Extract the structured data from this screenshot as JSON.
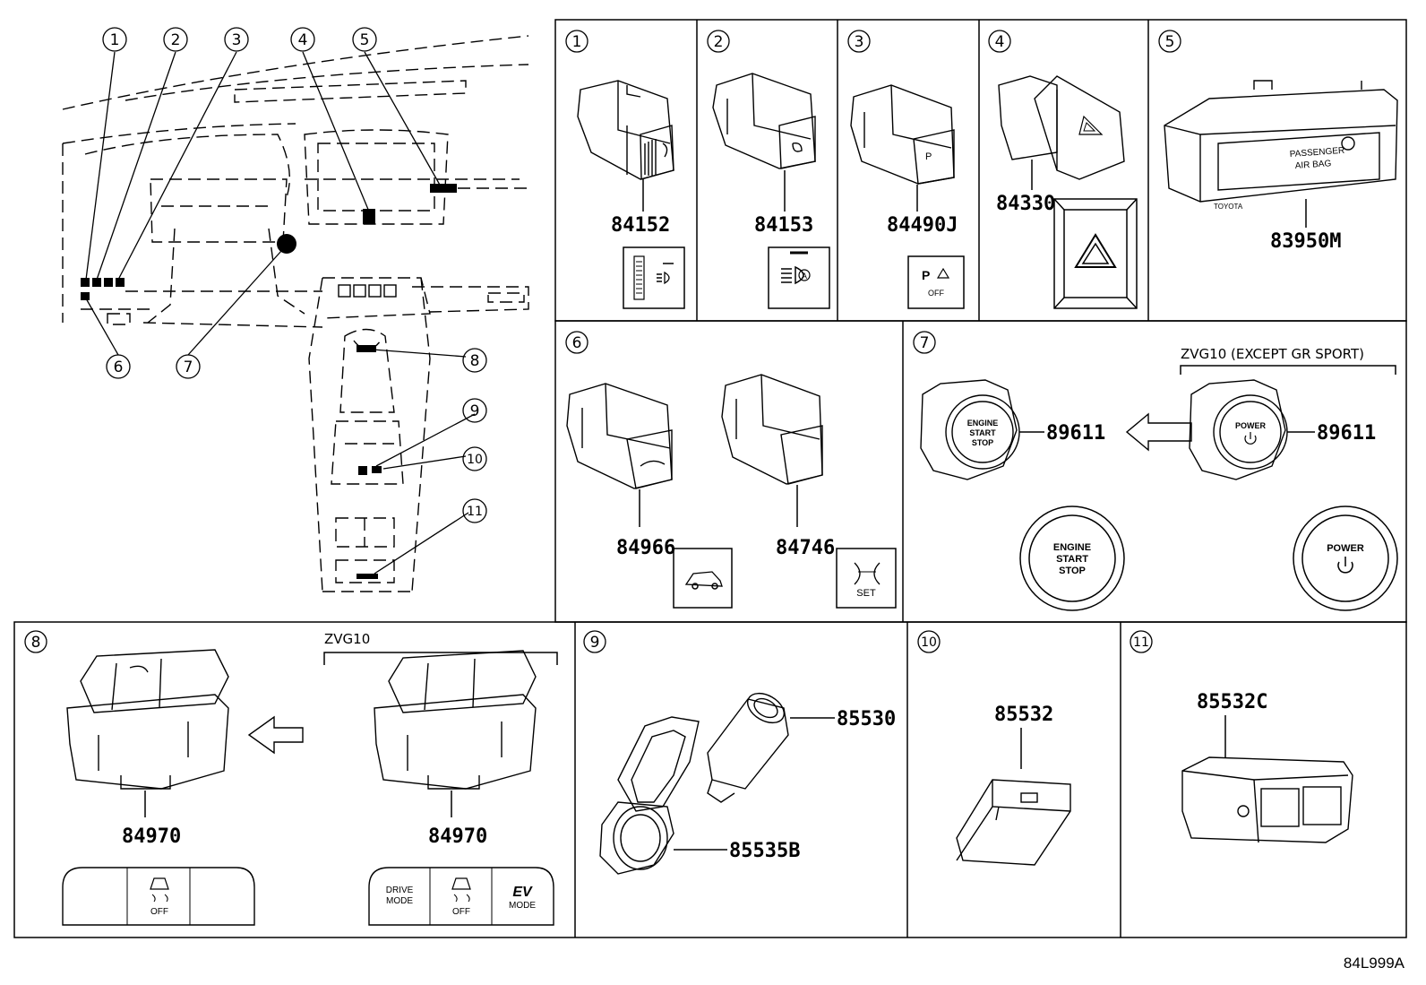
{
  "overview": {
    "callouts": [
      "1",
      "2",
      "3",
      "4",
      "5",
      "6",
      "7",
      "8",
      "9",
      "10",
      "11"
    ]
  },
  "panels": [
    {
      "num": "1",
      "parts": [
        "84152"
      ]
    },
    {
      "num": "2",
      "parts": [
        "84153"
      ]
    },
    {
      "num": "3",
      "parts": [
        "84490J"
      ]
    },
    {
      "num": "4",
      "parts": [
        "84330"
      ]
    },
    {
      "num": "5",
      "parts": [
        "83950M"
      ],
      "label_text": [
        "PASSENGER",
        "AIR BAG",
        "TOYOTA"
      ]
    },
    {
      "num": "6",
      "parts": [
        "84966",
        "84746"
      ],
      "icon_text": [
        "SET"
      ]
    },
    {
      "num": "7",
      "caption": "ZVG10 (EXCEPT GR SPORT)",
      "parts": [
        "89611",
        "89611"
      ],
      "engine_text": [
        "ENGINE",
        "START",
        "STOP"
      ],
      "power_text": "POWER"
    },
    {
      "num": "8",
      "caption": "ZVG10",
      "parts": [
        "84970",
        "84970"
      ],
      "switch_left": [
        "OFF"
      ],
      "switch_right": {
        "drive": [
          "DRIVE",
          "MODE"
        ],
        "off": "OFF",
        "ev": [
          "EV",
          "MODE"
        ]
      }
    },
    {
      "num": "9",
      "parts": [
        "85530",
        "85535B"
      ]
    },
    {
      "num": "10",
      "parts": [
        "85532"
      ]
    },
    {
      "num": "11",
      "parts": [
        "85532C"
      ]
    }
  ],
  "icon_text": {
    "parking_off": "OFF",
    "parking_p": "P"
  },
  "footer_code": "84L999A",
  "icons": [
    "headlight-leveling-icon",
    "auto-high-beam-icon",
    "parking-sensor-off-icon",
    "hazard-icon",
    "off-road-icon",
    "distance-set-icon",
    "traction-off-icon",
    "power-icon"
  ]
}
